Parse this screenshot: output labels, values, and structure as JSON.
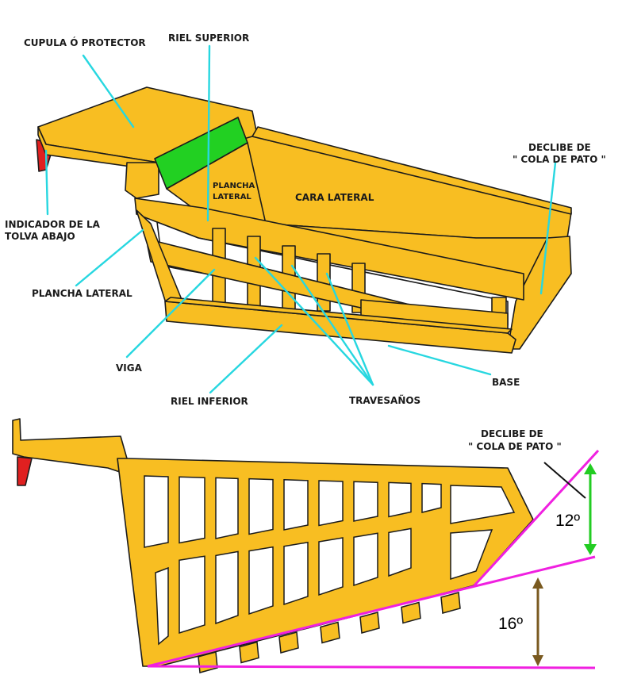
{
  "colors": {
    "body": "#F8BE22",
    "outline": "#1B1B1B",
    "window": "#FFFFFF",
    "green_panel": "#22D022",
    "indicator": "#E02020",
    "leader": "#27D7E0",
    "magenta": "#F020E0",
    "green_arrow": "#22CC22",
    "brown_arrow": "#7A5A20",
    "black_leader": "#111111"
  },
  "labels": {
    "cupula": "CUPULA Ó PROTECTOR",
    "riel_superior": "RIEL SUPERIOR",
    "declibe_1": "DECLIBE DE",
    "declibe_2": "\" COLA DE PATO \"",
    "plancha_small_1": "PLANCHA",
    "plancha_small_2": "LATERAL",
    "cara_lateral": "CARA LATERAL",
    "indicador_1": "INDICADOR DE LA",
    "indicador_2": "TOLVA ABAJO",
    "plancha_lateral": "PLANCHA LATERAL",
    "viga": "VIGA",
    "riel_inferior": "RIEL INFERIOR",
    "travesanos": "TRAVESAÑOS",
    "base": "BASE"
  },
  "side_view": {
    "declibe_1": "DECLIBE DE",
    "declibe_2": "\" COLA DE PATO \"",
    "angle_upper": "12º",
    "angle_lower": "16º"
  }
}
